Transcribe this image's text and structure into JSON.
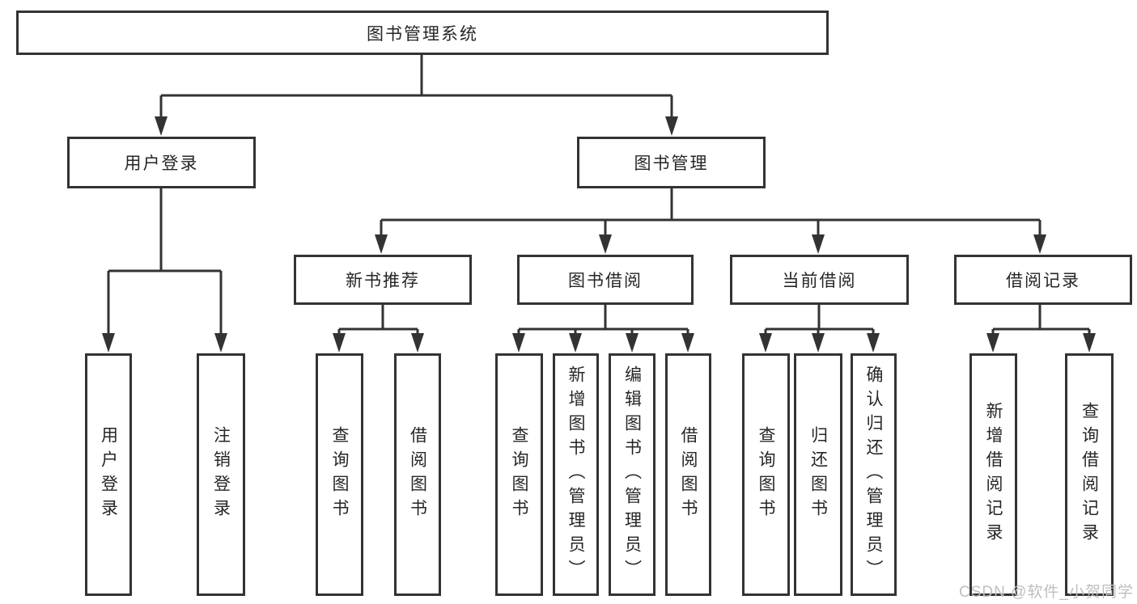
{
  "diagram": {
    "root": {
      "label": "图书管理系统"
    },
    "level2": [
      {
        "label": "用户登录",
        "children": [
          {
            "label": "用户登录"
          },
          {
            "label": "注销登录"
          }
        ]
      },
      {
        "label": "图书管理",
        "sections": [
          {
            "label": "新书推荐",
            "children": [
              {
                "label": "查询图书"
              },
              {
                "label": "借阅图书"
              }
            ]
          },
          {
            "label": "图书借阅",
            "children": [
              {
                "label": "查询图书"
              },
              {
                "label": "新增图书（管理员）"
              },
              {
                "label": "编辑图书（管理员）"
              },
              {
                "label": "借阅图书"
              }
            ]
          },
          {
            "label": "当前借阅",
            "children": [
              {
                "label": "查询图书"
              },
              {
                "label": "归还图书"
              },
              {
                "label": "确认归还（管理员）"
              }
            ]
          },
          {
            "label": "借阅记录",
            "children": [
              {
                "label": "新增借阅记录"
              },
              {
                "label": "查询借阅记录"
              }
            ]
          }
        ]
      }
    ]
  },
  "watermark": {
    "text": "CSDN @软件_小贺同学"
  },
  "colors": {
    "line": "#333333",
    "box_border": "#333333",
    "box_fill": "#ffffff",
    "label_text": "#262626",
    "watermark_text": "#bfbfbf",
    "page_bg": "#ffffff"
  }
}
